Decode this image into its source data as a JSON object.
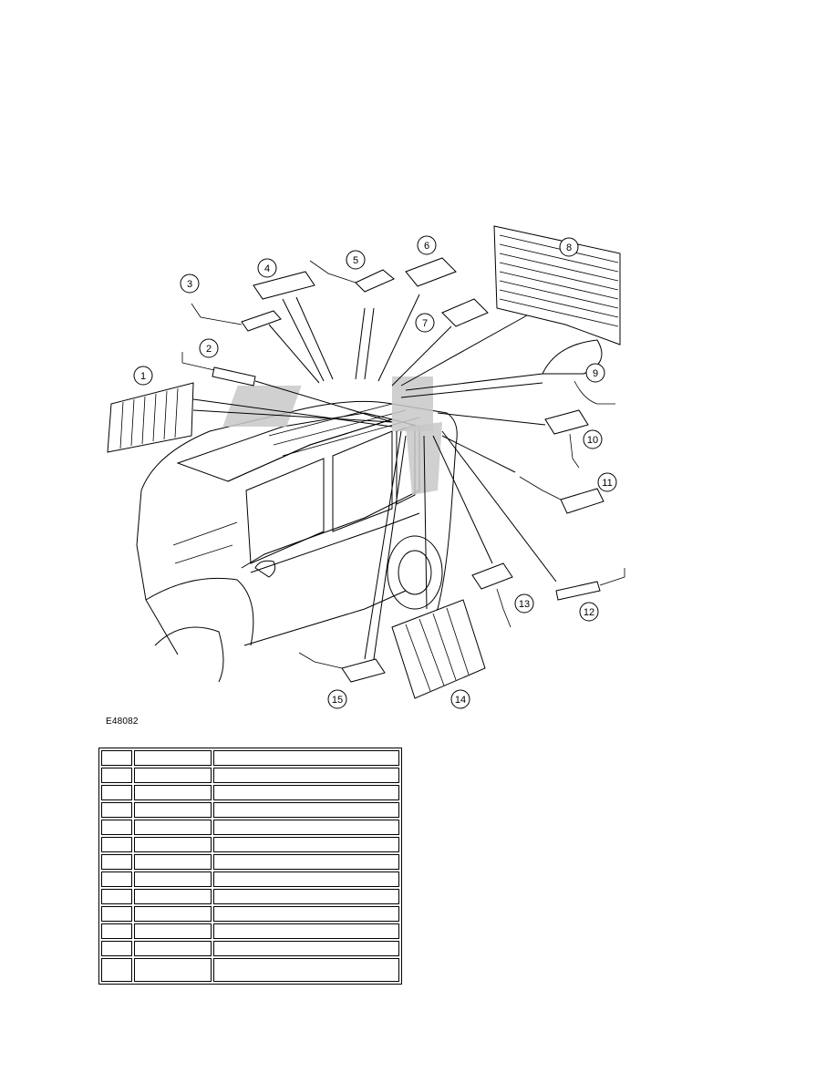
{
  "figure": {
    "code": "E48082",
    "callouts": [
      "1",
      "2",
      "3",
      "4",
      "5",
      "6",
      "7",
      "8",
      "9",
      "10",
      "11",
      "12",
      "13",
      "14",
      "15"
    ]
  },
  "table": {
    "rows": [
      [
        "",
        "",
        ""
      ],
      [
        "",
        "",
        ""
      ],
      [
        "",
        "",
        ""
      ],
      [
        "",
        "",
        ""
      ],
      [
        "",
        "",
        ""
      ],
      [
        "",
        "",
        ""
      ],
      [
        "",
        "",
        ""
      ],
      [
        "",
        "",
        ""
      ],
      [
        "",
        "",
        ""
      ],
      [
        "",
        "",
        ""
      ],
      [
        "",
        "",
        ""
      ],
      [
        "",
        "",
        ""
      ],
      [
        "",
        "",
        ""
      ]
    ]
  }
}
